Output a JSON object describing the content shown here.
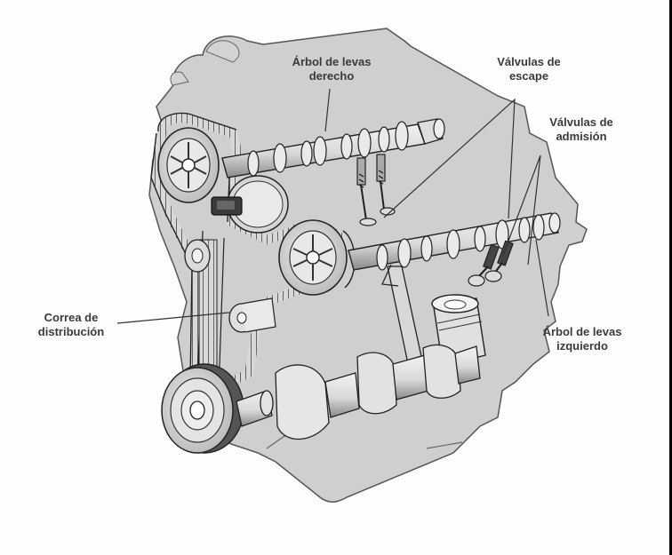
{
  "figure": {
    "subject": "engine-timing-system",
    "colors": {
      "block_fill": "#cfcfcf",
      "block_stroke": "#555555",
      "part_fill": "#e6e6e6",
      "part_stroke": "#2b2b2b",
      "dark_part": "#3a3a3a",
      "label_text": "#3a3a3a",
      "leader_line": "#333333",
      "frame_border": "#000000"
    }
  },
  "labels": {
    "right_camshaft": {
      "line1": "Árbol de levas",
      "line2": "derecho"
    },
    "exhaust_valves": {
      "line1": "Válvulas de",
      "line2": "escape"
    },
    "intake_valves": {
      "line1": "Válvulas de",
      "line2": "admisión"
    },
    "timing_belt": {
      "line1": "Correa de",
      "line2": "distribución"
    },
    "left_camshaft": {
      "line1": "Árbol de levas",
      "line2": "izquierdo"
    }
  }
}
